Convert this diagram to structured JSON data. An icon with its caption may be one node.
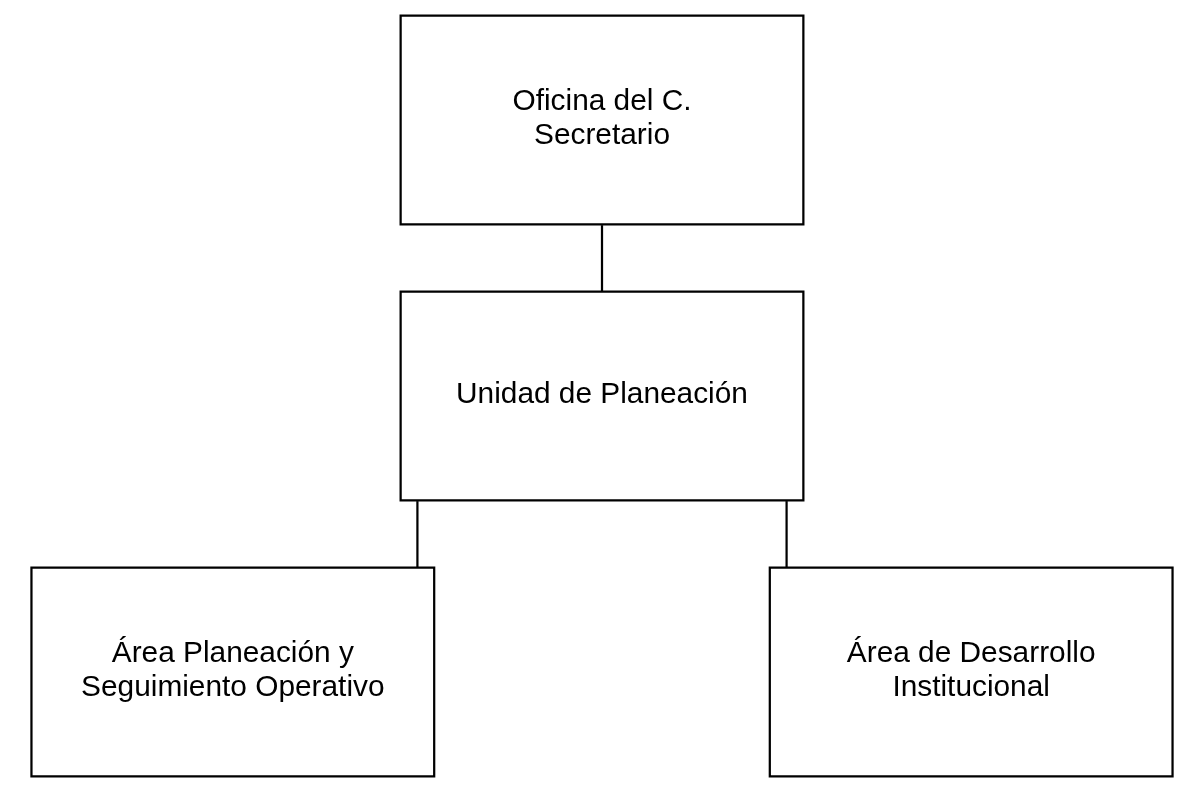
{
  "diagram": {
    "nodes": [
      {
        "text": [
          "Oficina del C. Secretario"
        ]
      },
      {
        "text": [
          "Unidad de Planeación"
        ]
      },
      {
        "text": [
          "Área Planeación y Seguimiento Operativo"
        ]
      },
      {
        "text": [
          "Área de Desarrollo Institucional"
        ]
      }
    ],
    "edges": [
      {
        "from": 0,
        "to": 1,
        "arrow": "none"
      },
      {
        "from": 1,
        "to": 2,
        "arrow": "none"
      },
      {
        "from": 1,
        "to": 3,
        "arrow": "none"
      }
    ]
  }
}
